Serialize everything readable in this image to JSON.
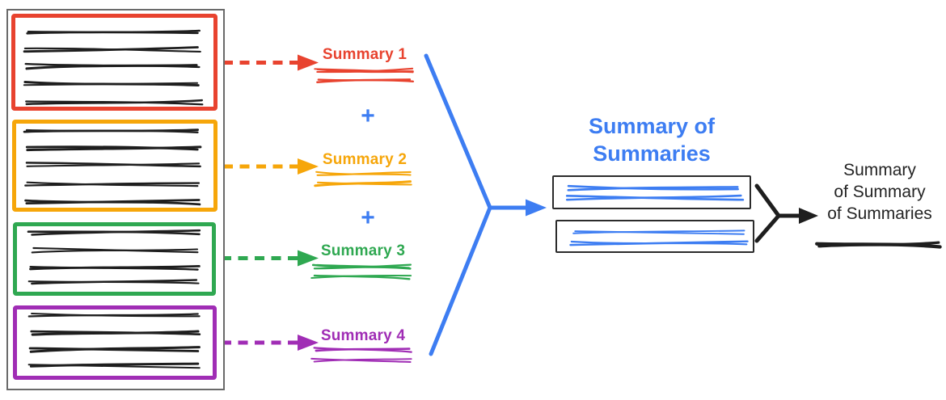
{
  "colors": {
    "red": "#E8432F",
    "orange": "#F6A60A",
    "green": "#2FA851",
    "purple": "#A02DB5",
    "blue": "#3D7DF2",
    "ink": "#1E1E1E",
    "box_border": "#2B2B2B",
    "outer_border": "#6A6A6A",
    "final_text": "#242424"
  },
  "labels": {
    "summary1": "Summary 1",
    "summary2": "Summary 2",
    "summary3": "Summary 3",
    "summary4": "Summary 4",
    "plus": "+"
  },
  "merged": {
    "title_lines": [
      "Summary of",
      "Summaries"
    ]
  },
  "final": {
    "lines": [
      "Summary",
      "of Summary",
      "of Summaries"
    ]
  }
}
